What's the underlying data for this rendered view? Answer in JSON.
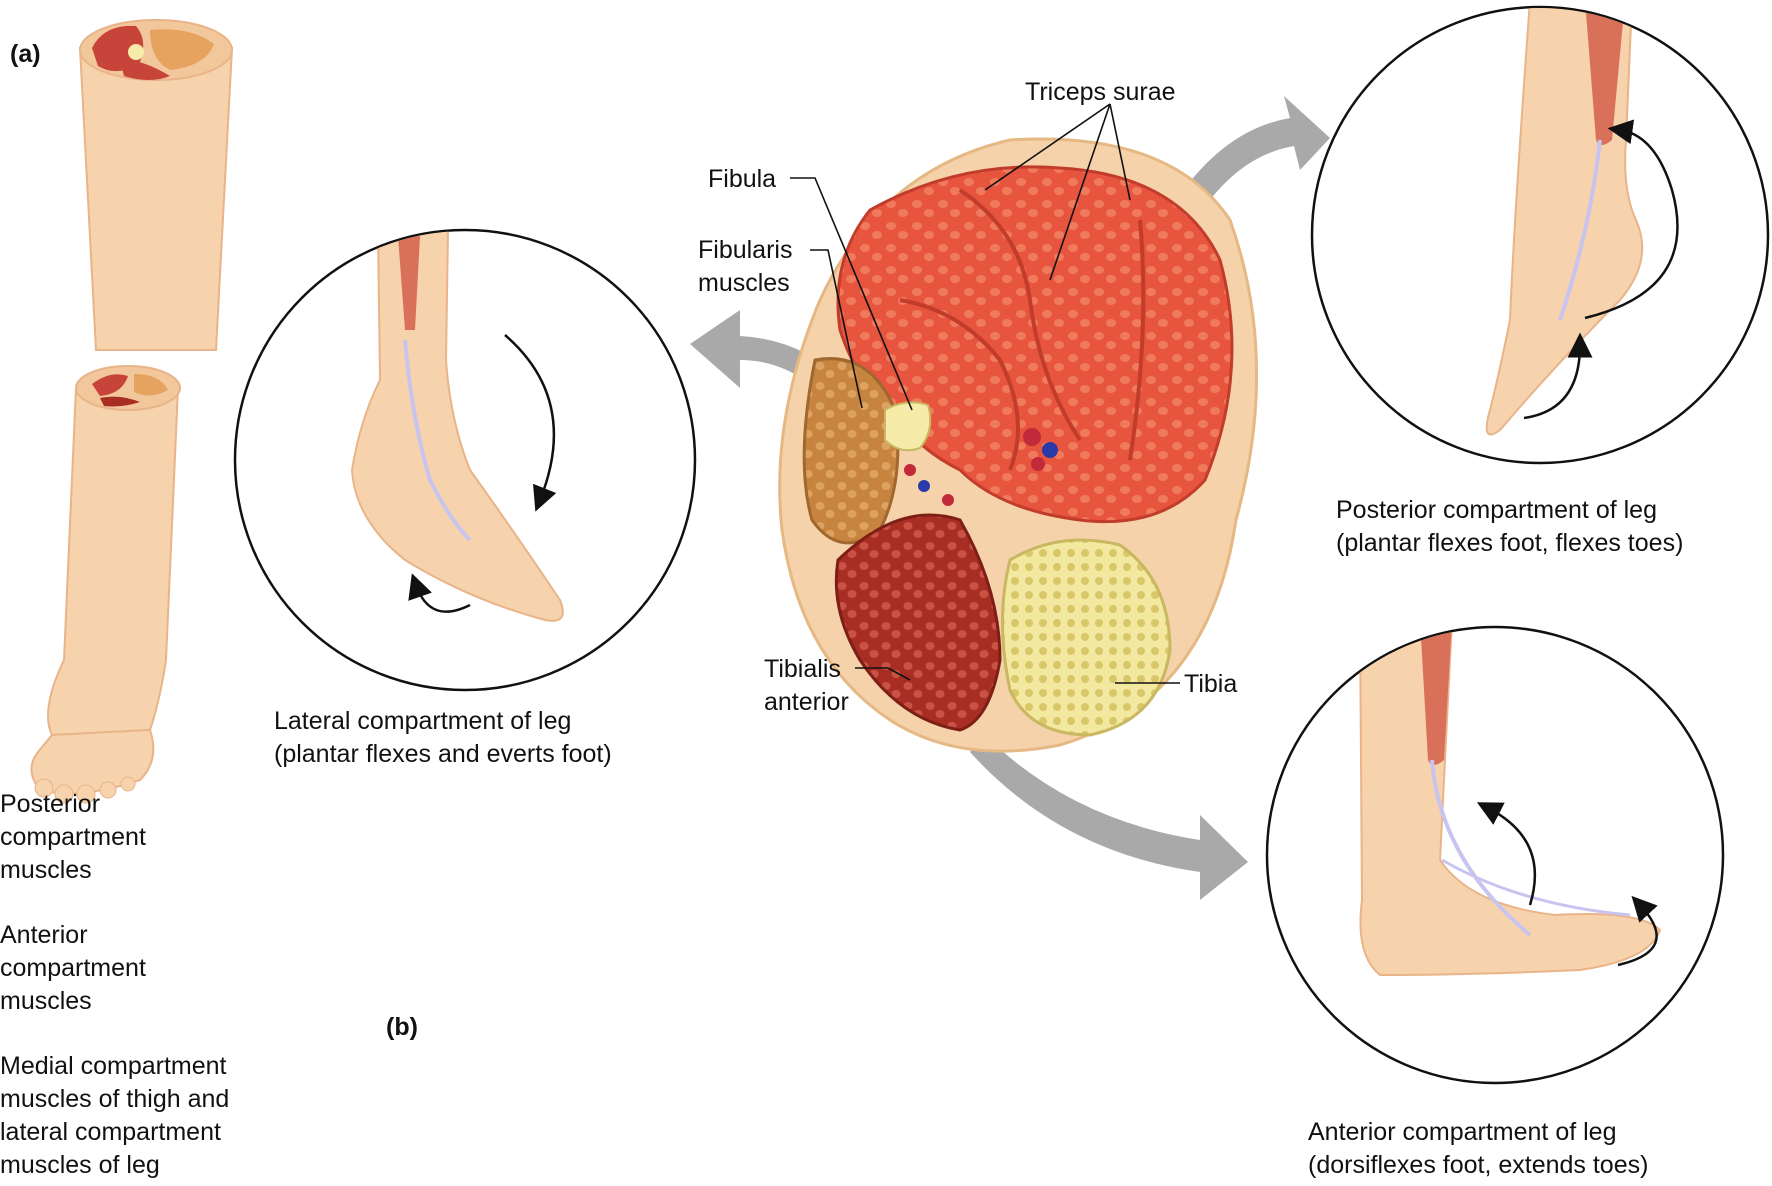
{
  "panel_labels": {
    "a": "(a)",
    "b": "(b)"
  },
  "left_key": [
    {
      "lines": [
        "Posterior",
        "compartment",
        "muscles"
      ]
    },
    {
      "lines": [
        "Anterior",
        "compartment",
        "muscles"
      ]
    },
    {
      "lines": [
        "Medial compartment",
        "muscles of thigh and",
        "lateral compartment",
        "muscles of leg"
      ]
    }
  ],
  "cross_section_labels": {
    "triceps_surae": "Triceps surae",
    "fibula": "Fibula",
    "fibularis": [
      "Fibularis",
      "muscles"
    ],
    "tibialis_anterior": [
      "Tibialis",
      "anterior"
    ],
    "tibia": "Tibia"
  },
  "captions": {
    "lateral": [
      "Lateral compartment of leg",
      "(plantar flexes and everts foot)"
    ],
    "posterior": [
      "Posterior compartment of leg",
      "(plantar flexes foot, flexes toes)"
    ],
    "anterior": [
      "Anterior compartment of leg",
      "(dorsiflexes foot, extends toes)"
    ]
  },
  "colors": {
    "skin": "#f7d3ad",
    "skin_edge": "#e8b488",
    "posterior_muscle": "#e8553f",
    "lateral_muscle": "#c98a4a",
    "anterior_muscle": "#b2362a",
    "bone": "#f6eba8",
    "arrow_grey": "#a9a9a9"
  }
}
